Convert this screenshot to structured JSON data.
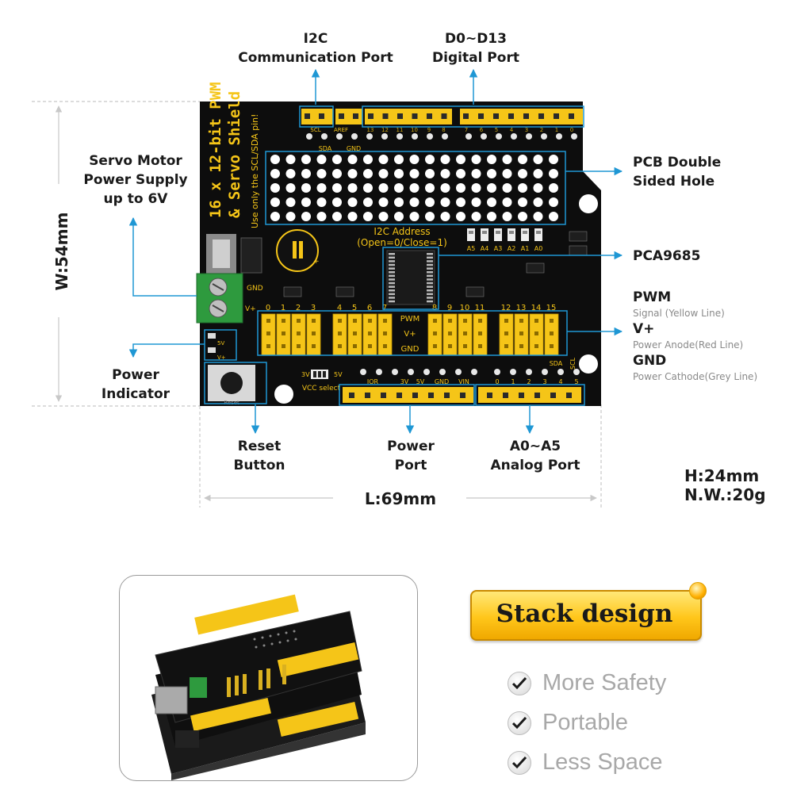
{
  "colors": {
    "pcb": "#101010",
    "header": "#f5c518",
    "callout": "#1f97d4",
    "silk": "#f5c518"
  },
  "labels": {
    "i2c": [
      "I2C",
      "Communication Port"
    ],
    "digital": [
      "D0~D13",
      "Digital Port"
    ],
    "servo_power": [
      "Servo Motor",
      "Power Supply",
      "up to 6V"
    ],
    "pcb_hole": [
      "PCB Double",
      "Sided Hole"
    ],
    "pca": "PCA9685",
    "pwm": "PWM",
    "pwm_sub": "Signal (Yellow Line)",
    "vplus": "V+",
    "vplus_sub": "Power Anode(Red Line)",
    "gnd": "GND",
    "gnd_sub": "Power Cathode(Grey Line)",
    "power_ind": "Power Indicator",
    "reset": [
      "Reset",
      "Button"
    ],
    "power_port": [
      "Power",
      "Port"
    ],
    "analog": [
      "A0~A5",
      "Analog Port"
    ],
    "width": "W:54mm",
    "length": "L:69mm",
    "height": "H:24mm",
    "weight": "N.W.:20g"
  },
  "board": {
    "title": "16 x 12-bit PWM",
    "title2": "& Servo Shield",
    "note": "Use only the SCL/SDA pin!",
    "i2c_addr": "I2C Address",
    "i2c_addr2": "(Open=0/Close=1)",
    "addr_pins": [
      "A5",
      "A4",
      "A3",
      "A2",
      "A1",
      "A0"
    ],
    "top_small": [
      "SCL",
      "AREF"
    ],
    "top_small2": [
      "SDA",
      "GND"
    ],
    "digital_nums": [
      "13",
      "12",
      "11",
      "10",
      "9",
      "8",
      "7",
      "6",
      "5",
      "4",
      "3",
      "2",
      "1",
      "0"
    ],
    "servo_groups": [
      [
        "0",
        "1",
        "2",
        "3"
      ],
      [
        "4",
        "5",
        "6",
        "7"
      ],
      [
        "8",
        "9",
        "10",
        "11"
      ],
      [
        "12",
        "13",
        "14",
        "15"
      ]
    ],
    "mid_labels": [
      "PWM",
      "V+",
      "GND"
    ],
    "gnd_left": "GND",
    "vplus_left": "V+",
    "ind_5v": "5V",
    "ind_vplus": "V+",
    "vcc_select": "VCC select",
    "vcc_3v": "3V",
    "vcc_5v": "5V",
    "power_pins": [
      "IOR",
      "3V",
      "5V",
      "GND",
      "VIN"
    ],
    "analog_nums": [
      "0",
      "1",
      "2",
      "3",
      "4",
      "5"
    ],
    "sda_scl": [
      "SDA",
      "SCL"
    ],
    "reset_txt": "Reset"
  },
  "stack": {
    "title": "Stack design",
    "features": [
      "More Safety",
      "Portable",
      "Less Space"
    ]
  }
}
